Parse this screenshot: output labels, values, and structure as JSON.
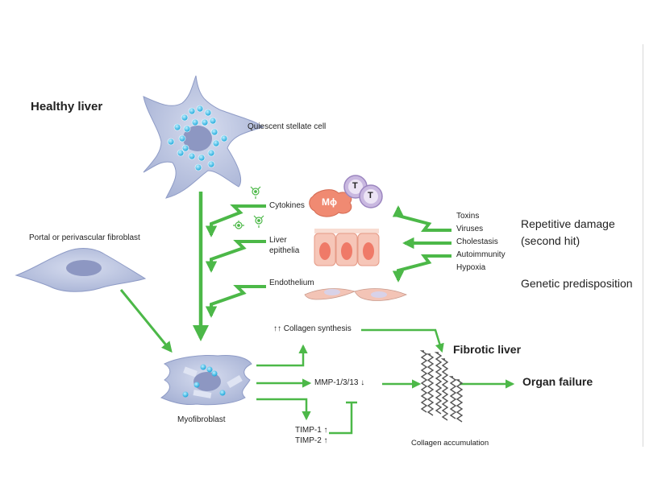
{
  "labels": {
    "healthy_liver": "Healthy liver",
    "quiescent_stellate_cell": "Quiescent stellate cell",
    "portal_fibroblast": "Portal or perivascular fibroblast",
    "cytokines": "Cytokines",
    "liver_epithelia": "Liver\nepithelia",
    "endothelium": "Endothelium",
    "macrophage": "Mϕ",
    "t_cell": "T",
    "myofibroblast": "Myofibroblast",
    "collagen_synthesis": "↑↑ Collagen synthesis",
    "mmp": "MMP-1/3/13 ↓",
    "timp": "TIMP-1 ↑\nTIMP-2 ↑",
    "fibrotic_liver": "Fibrotic liver",
    "organ_failure": "Organ failure",
    "collagen_accumulation": "Collagen accumulation",
    "repetitive_damage": "Repetitive damage\n(second hit)",
    "genetic_predisposition": "Genetic predisposition"
  },
  "damage_causes": [
    "Toxins",
    "Viruses",
    "Cholestasis",
    "Autoimmunity",
    "Hypoxia"
  ],
  "colors": {
    "arrow_green": "#4cb848",
    "cell_fill": "#b9c3de",
    "cell_stroke": "#8e9bc6",
    "nucleus": "#8d97c2",
    "droplet": "#2ab0e0",
    "macrophage": "#f08a72",
    "t_cell": "#c9b8e0",
    "epithelia": "#f6c6b8"
  },
  "icons": [
    "stellate-cell-icon",
    "fibroblast-icon",
    "myofibroblast-icon",
    "cytokine-icon",
    "macrophage-icon",
    "t-cell-icon",
    "epithelia-icon",
    "endothelium-icon",
    "collagen-fiber-icon",
    "inhibition-icon"
  ]
}
